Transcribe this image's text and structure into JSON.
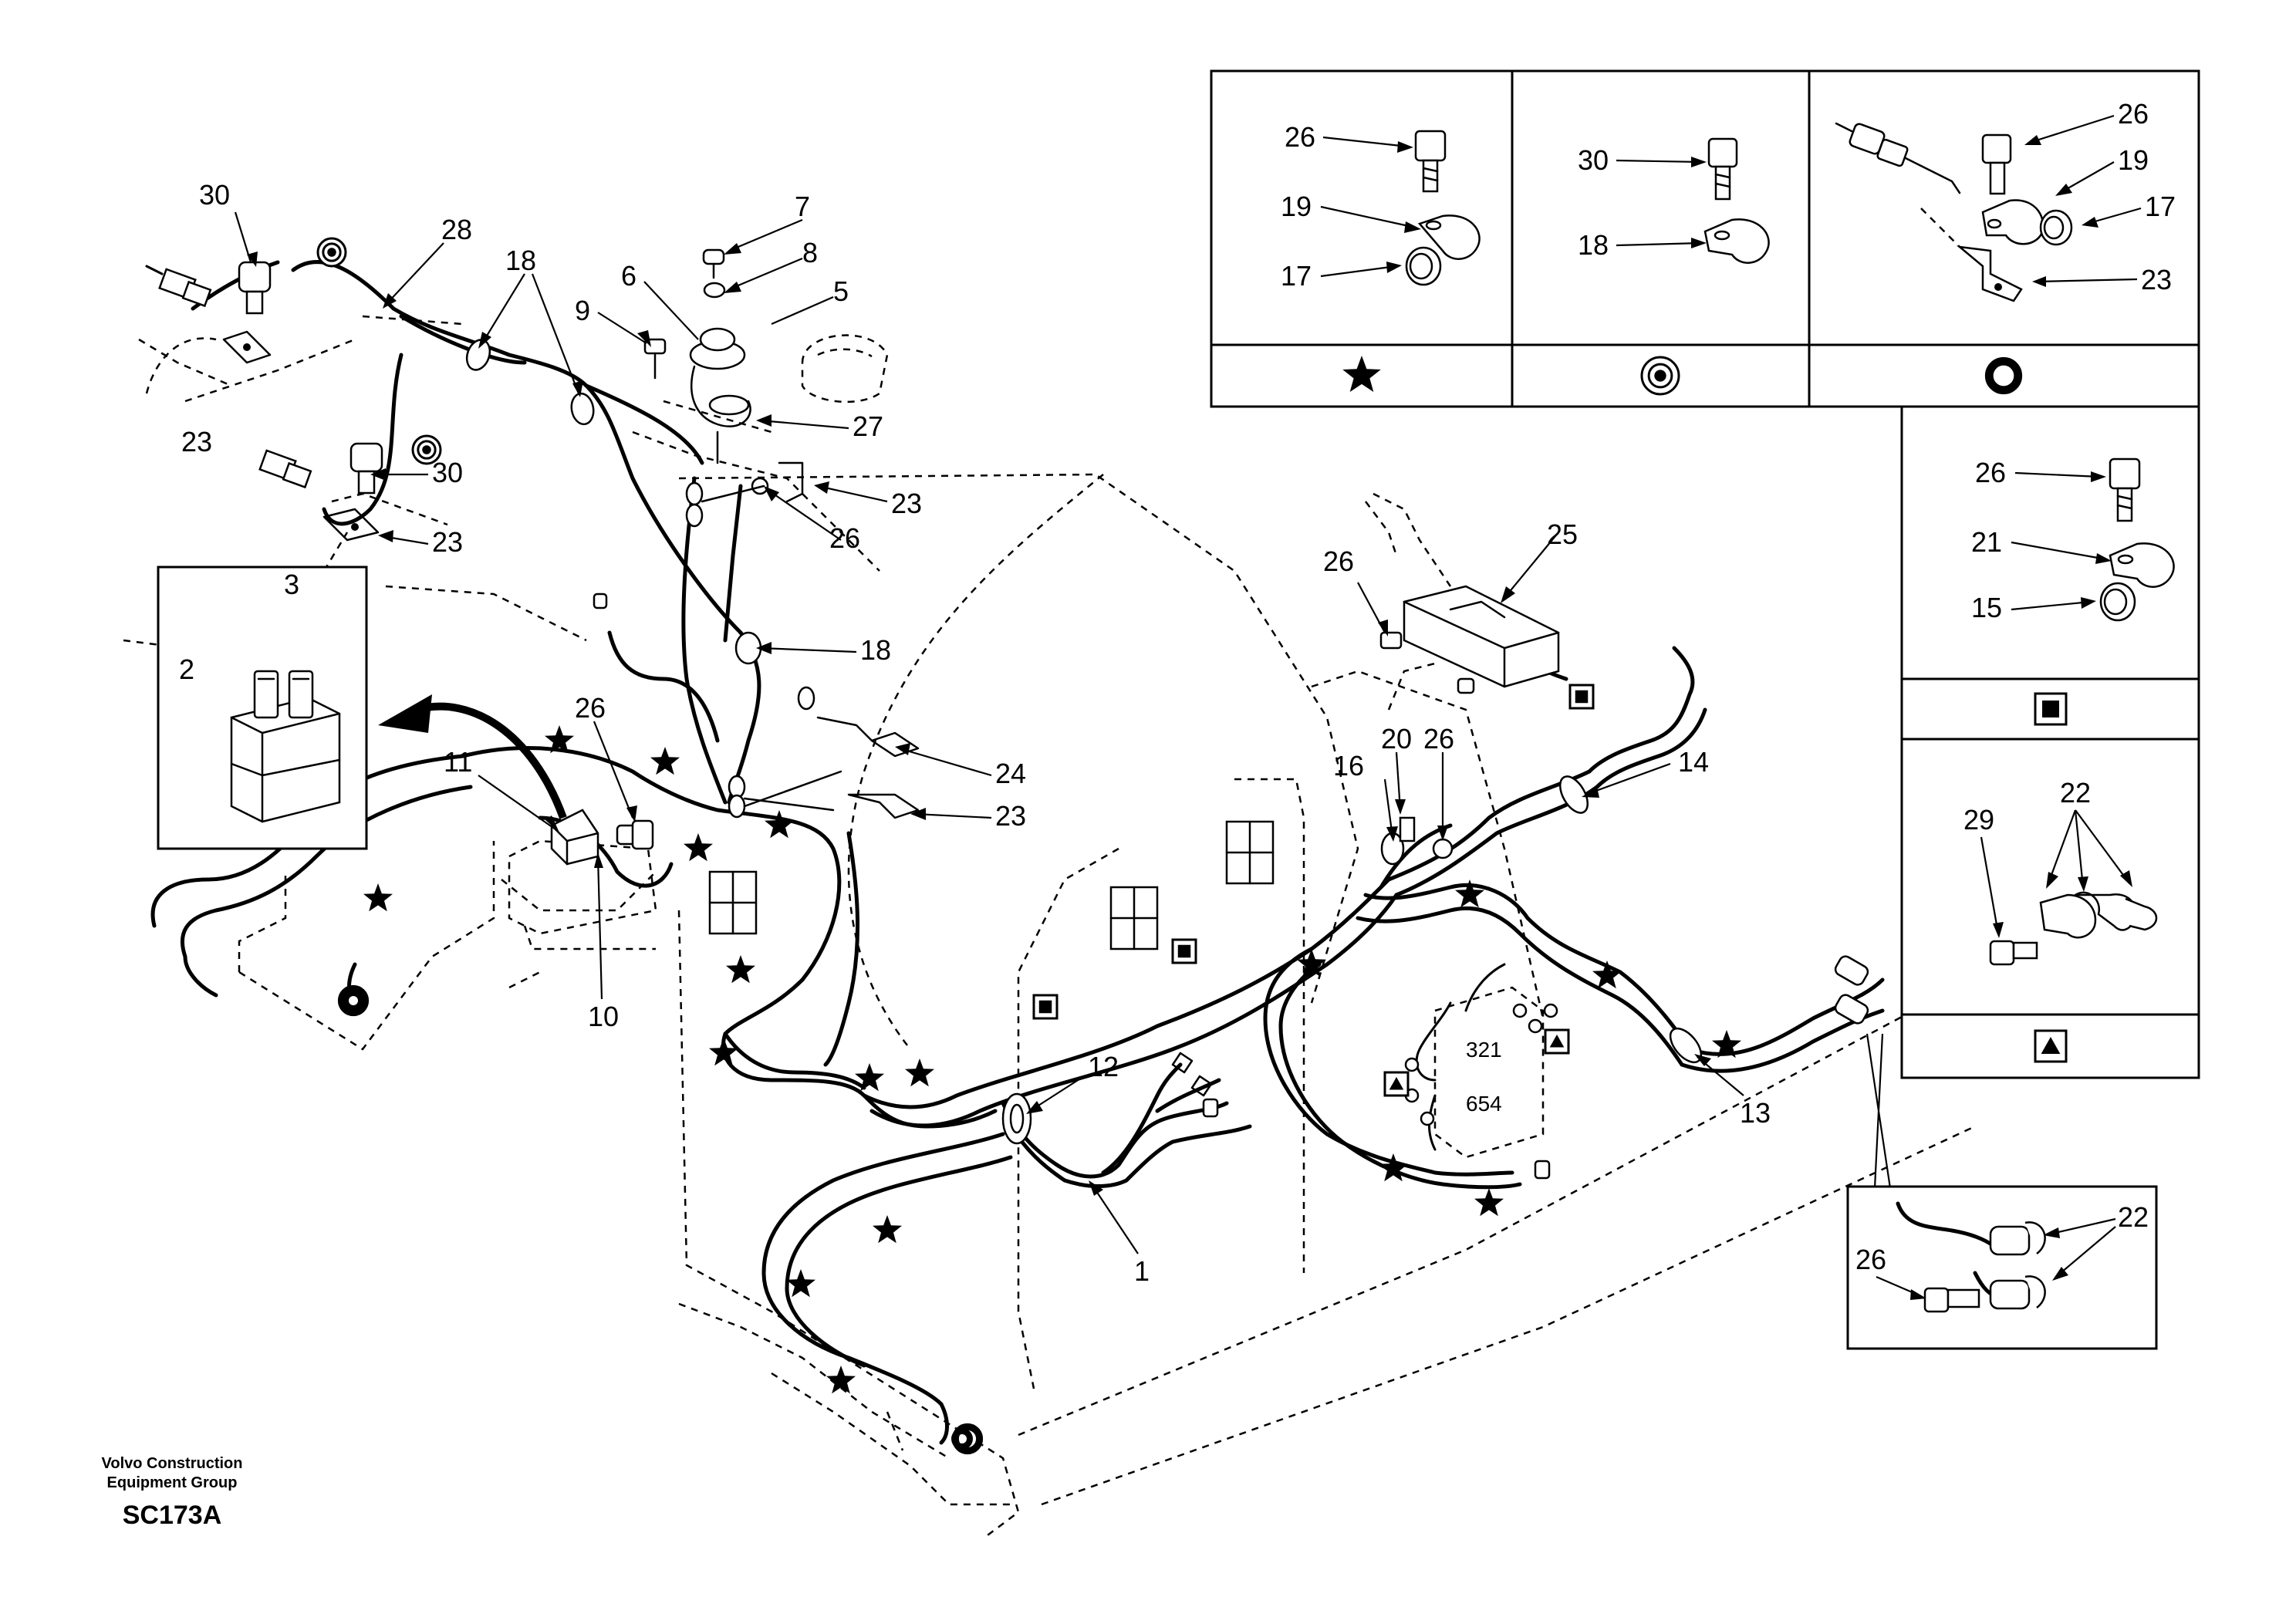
{
  "document": {
    "footer": {
      "company_line1": "Volvo Construction",
      "company_line2": "Equipment Group",
      "drawing_code": "SC173A"
    }
  },
  "callouts": [
    {
      "id": "c30a",
      "text": "30"
    },
    {
      "id": "c28",
      "text": "28"
    },
    {
      "id": "c18a",
      "text": "18"
    },
    {
      "id": "c7",
      "text": "7"
    },
    {
      "id": "c8",
      "text": "8"
    },
    {
      "id": "c6",
      "text": "6"
    },
    {
      "id": "c5",
      "text": "5"
    },
    {
      "id": "c9",
      "text": "9"
    },
    {
      "id": "c27",
      "text": "27"
    },
    {
      "id": "c23a",
      "text": "23"
    },
    {
      "id": "c30b",
      "text": "30"
    },
    {
      "id": "c23b",
      "text": "23"
    },
    {
      "id": "c23c",
      "text": "23"
    },
    {
      "id": "c26a",
      "text": "26"
    },
    {
      "id": "c3",
      "text": "3"
    },
    {
      "id": "c2",
      "text": "2"
    },
    {
      "id": "c18b",
      "text": "18"
    },
    {
      "id": "c26b",
      "text": "26"
    },
    {
      "id": "c11",
      "text": "11"
    },
    {
      "id": "c24",
      "text": "24"
    },
    {
      "id": "c23d",
      "text": "23"
    },
    {
      "id": "c10",
      "text": "10"
    },
    {
      "id": "c25",
      "text": "25"
    },
    {
      "id": "c26c",
      "text": "26"
    },
    {
      "id": "c20",
      "text": "20"
    },
    {
      "id": "c16",
      "text": "16"
    },
    {
      "id": "c26d",
      "text": "26"
    },
    {
      "id": "c14",
      "text": "14"
    },
    {
      "id": "c12",
      "text": "12"
    },
    {
      "id": "c1",
      "text": "1"
    },
    {
      "id": "c13",
      "text": "13"
    }
  ],
  "detail_table": {
    "cells": [
      {
        "legend_symbol": "star",
        "labels": [
          "26",
          "19",
          "17"
        ]
      },
      {
        "legend_symbol": "bullseye",
        "labels": [
          "30",
          "18"
        ]
      },
      {
        "legend_symbol": "ring",
        "labels": [
          "26",
          "19",
          "17",
          "23"
        ]
      }
    ],
    "stacked": [
      {
        "legend_symbol": "square",
        "labels": [
          "26",
          "21",
          "15"
        ]
      },
      {
        "legend_symbol": "triangle",
        "labels": [
          "29",
          "22"
        ]
      }
    ]
  },
  "bottom_detail": {
    "labels": [
      "26",
      "22"
    ]
  },
  "sensor_labels": {
    "top": "321",
    "bottom": "654"
  },
  "colors": {
    "ink": "#000000",
    "paper": "#ffffff"
  }
}
